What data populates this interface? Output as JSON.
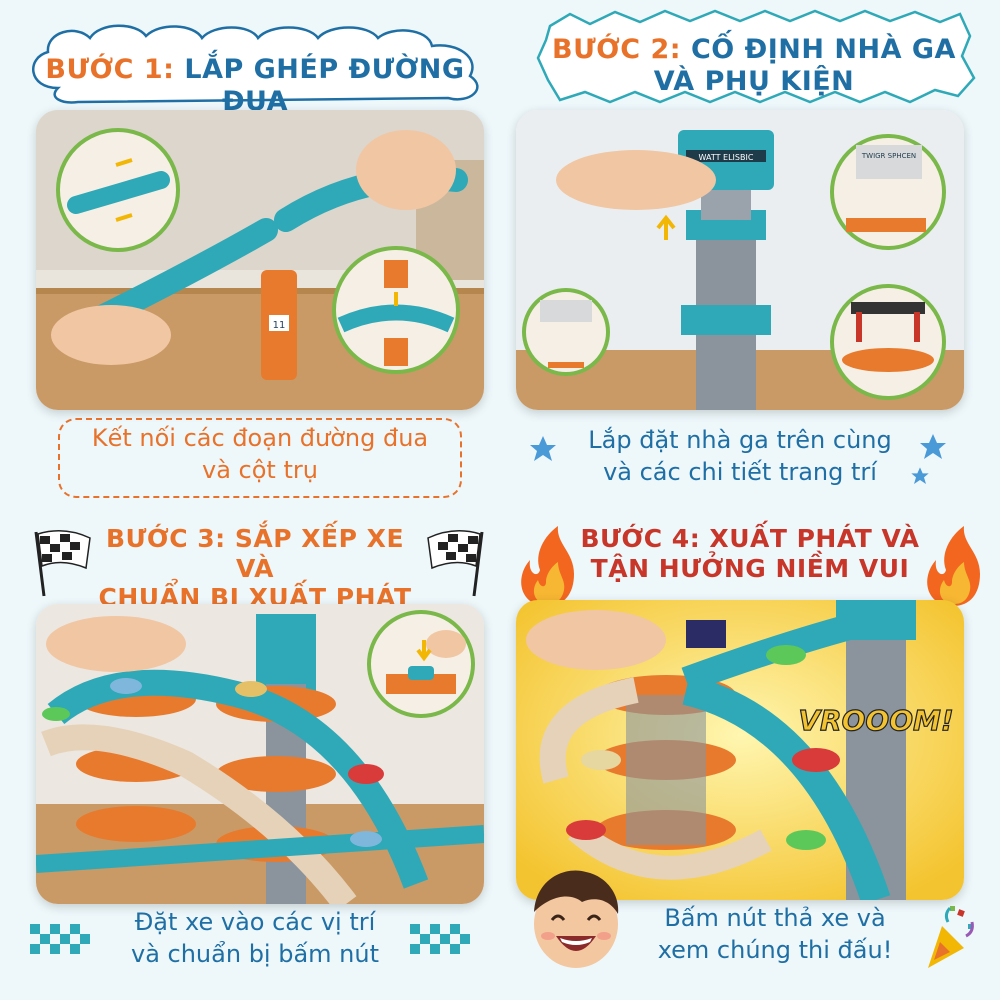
{
  "steps": [
    {
      "number": "BƯỚC 1:",
      "title": "LẮP GHÉP ĐƯỜNG ĐUA",
      "caption_line1": "Kết nối các đoạn đường đua",
      "caption_line2": "và cột trụ",
      "post_label": "11"
    },
    {
      "number": "BƯỚC 2:",
      "title_line1": "CỐ ĐỊNH NHÀ GA",
      "title_line2": "VÀ PHỤ KIỆN",
      "caption_line1": "Lắp đặt nhà ga trên cùng",
      "caption_line2": "và các chi tiết trang trí",
      "station_sign": "WATT ELISBIC",
      "billboard_text": "TWIGR SPHCEN"
    },
    {
      "number": "BƯỚC 3:",
      "title_line1": "SẮP XẾP XE VÀ",
      "title_line2": "CHUẨN BỊ XUẤT PHÁT",
      "caption_line1": "Đặt xe vào các vị trí",
      "caption_line2": "và chuẩn bị bấm nút"
    },
    {
      "number": "BƯỚC 4:",
      "title_line1": "XUẤT PHÁT VÀ",
      "title_line2": "TẬN HƯỞNG NIỀM VUI",
      "caption_line1": "Bấm nút thả xe và",
      "caption_line2": "xem chúng thi đấu!",
      "sound_effect": "VROOOM!"
    }
  ],
  "colors": {
    "orange": "#e8722a",
    "blue": "#1f6fa5",
    "red": "#c8362a",
    "teal": "#2fa9b7",
    "track_orange": "#e87a2e"
  }
}
